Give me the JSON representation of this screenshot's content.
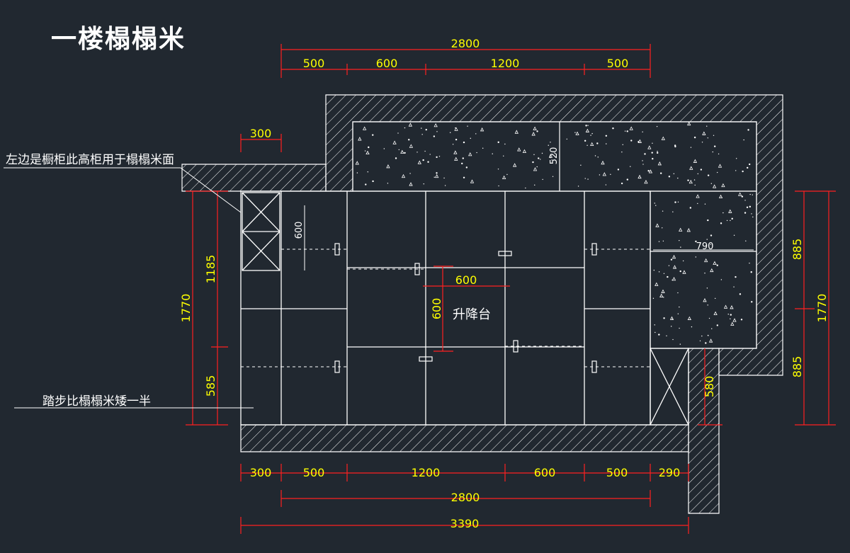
{
  "title": "一楼榻榻米",
  "notes": {
    "left_cabinet": "左边是橱柜此高柜用于榻榻米面",
    "step": "踏步比榻榻米矮一半",
    "lift": "升降台"
  },
  "colors": {
    "background": "#212830",
    "lines": "#ffffff",
    "dimension_lines": "#ff2020",
    "dimension_text": "#ffff00"
  },
  "dimensions": {
    "top_total": "2800",
    "top_segments": [
      "500",
      "600",
      "1200",
      "500"
    ],
    "bottom_segments": [
      "300",
      "500",
      "1200",
      "600",
      "500",
      "290"
    ],
    "bottom_mid_total": "2800",
    "bottom_total": "3390",
    "left_step": "300",
    "left_total": "1770",
    "left_upper": "1185",
    "left_lower": "585",
    "right_total": "1770",
    "right_upper": "885",
    "right_lower": "885",
    "inner_600_v": "600",
    "inner_520": "520",
    "inner_790": "790",
    "inner_580": "580",
    "lift_width": "600",
    "lift_height": "600"
  }
}
